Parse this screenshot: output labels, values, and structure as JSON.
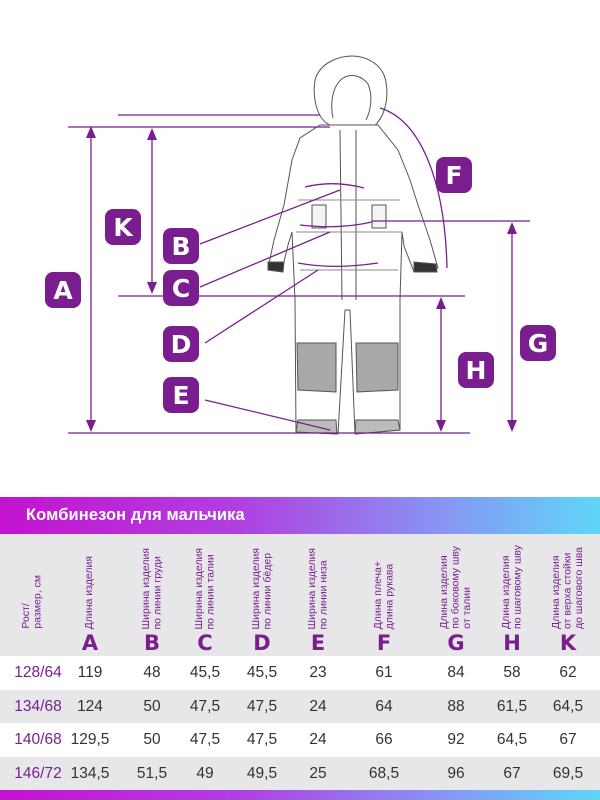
{
  "diagram": {
    "labels": [
      "A",
      "B",
      "C",
      "D",
      "E",
      "F",
      "G",
      "H",
      "K"
    ],
    "accent_color": "#7a1e8f",
    "image_description": "Technical line drawing of a children's hooded winter snowsuit with measurement arrows"
  },
  "title": "Комбинезон для мальчика",
  "table": {
    "size_header": "Рост/\nразмер, см",
    "columns": [
      {
        "letter": "A",
        "desc": "Длина изделия"
      },
      {
        "letter": "B",
        "desc": "Ширина изделия\nпо линии груди"
      },
      {
        "letter": "C",
        "desc": "Ширина изделия\nпо линии талии"
      },
      {
        "letter": "D",
        "desc": "Ширина изделия\nпо линии бёдер"
      },
      {
        "letter": "E",
        "desc": "Ширина изделия\nпо линии низа"
      },
      {
        "letter": "F",
        "desc": "Длина плеча+\nдлина рукава"
      },
      {
        "letter": "G",
        "desc": "Длина изделия\nпо боковому шву\nот талии"
      },
      {
        "letter": "H",
        "desc": "Длина изделия\nпо шаговому шву"
      },
      {
        "letter": "K",
        "desc": "Длина изделия\nот верха стойки\nдо шагового шва"
      }
    ],
    "rows": [
      {
        "size": "128/64",
        "values": [
          "119",
          "48",
          "45,5",
          "45,5",
          "23",
          "61",
          "84",
          "58",
          "62"
        ]
      },
      {
        "size": "134/68",
        "values": [
          "124",
          "50",
          "47,5",
          "47,5",
          "24",
          "64",
          "88",
          "61,5",
          "64,5"
        ]
      },
      {
        "size": "140/68",
        "values": [
          "129,5",
          "50",
          "47,5",
          "47,5",
          "24",
          "66",
          "92",
          "64,5",
          "67"
        ]
      },
      {
        "size": "146/72",
        "values": [
          "134,5",
          "51,5",
          "49",
          "49,5",
          "25",
          "68,5",
          "96",
          "67",
          "69,5"
        ]
      }
    ]
  },
  "colors": {
    "accent": "#7a1e8f",
    "row_shade": "#e7e7e9",
    "gradient_start": "#c413d0",
    "gradient_end": "#5fd6f8"
  }
}
